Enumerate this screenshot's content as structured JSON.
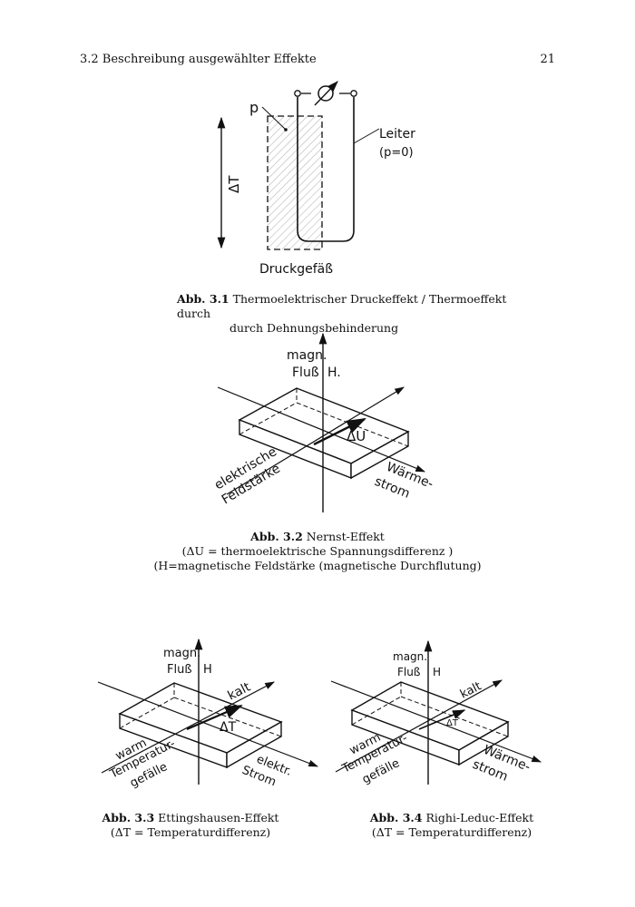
{
  "header": {
    "section": "3.2 Beschreibung ausgewählter Effekte",
    "page_number": "21"
  },
  "figures": {
    "fig1": {
      "labels": {
        "p": "p",
        "conductor": "Leiter",
        "conductor_note": "(p=0)",
        "deltaT": "ΔT",
        "vessel": "Druckgefäß",
        "meter": "Ø"
      },
      "caption_num": "Abb. 3.1",
      "caption_line1": "Thermoelektrischer Druckeffekt / Thermoeffekt durch",
      "caption_line2": "durch Dehnungsbehinderung"
    },
    "fig2": {
      "labels": {
        "flux1": "magn.",
        "flux2": "Fluß",
        "H": "H.",
        "dU": "ΔU",
        "efield1": "elektrische",
        "efield2": "Feldstärke",
        "heat1": "Wärme-",
        "heat2": "strom"
      },
      "caption_num": "Abb. 3.2",
      "caption_title": "Nernst-Effekt",
      "caption_line2": "(ΔU = thermoelektrische Spannungsdifferenz )",
      "caption_line3": "(H=magnetische Feldstärke (magnetische Durchflutung)"
    },
    "fig3": {
      "labels": {
        "flux1": "magn.",
        "flux2": "Fluß",
        "H": "H",
        "kalt": "kalt",
        "dT": "ΔT",
        "warm": "warm",
        "grad1": "Temperatur-",
        "grad2": "gefälle",
        "cur1": "elektr.",
        "cur2": "Strom"
      },
      "caption_num": "Abb. 3.3",
      "caption_title": "Ettingshausen-Effekt",
      "caption_line2": "(ΔT = Temperaturdifferenz)"
    },
    "fig4": {
      "labels": {
        "flux1": "magn.",
        "flux2": "Fluß",
        "H": "H",
        "kalt": "kalt",
        "dT": "ΔT",
        "warm": "warm",
        "grad1": "Temperatur-",
        "grad2": "gefälle",
        "heat1": "Wärme-",
        "heat2": "strom"
      },
      "caption_num": "Abb. 3.4",
      "caption_title": "Righi-Leduc-Effekt",
      "caption_line2": "(ΔT = Temperaturdifferenz)"
    }
  }
}
